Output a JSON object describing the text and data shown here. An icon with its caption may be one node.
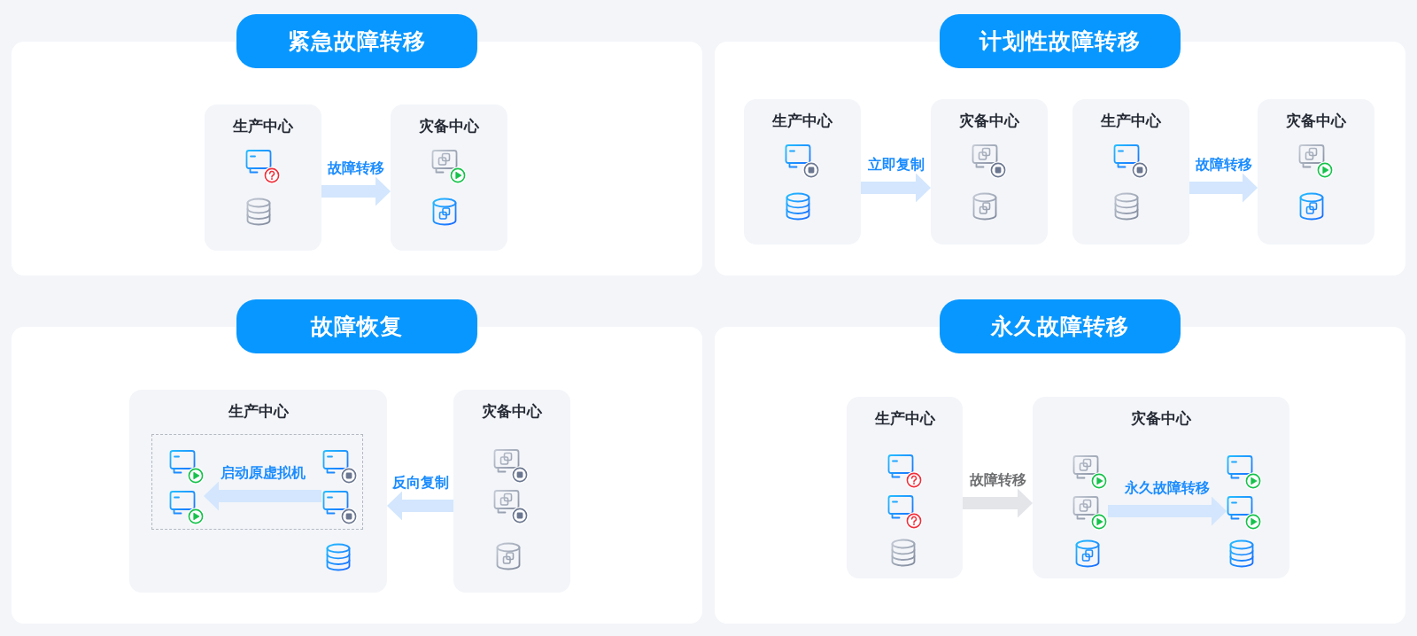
{
  "diagram": {
    "nodes": [
      {
        "text": [
          "紧急故障转移"
        ]
      },
      {
        "text": [
          "生产中心"
        ],
        "in": 0
      },
      {
        "text": [
          "灾备中心"
        ],
        "in": 0
      },
      {
        "text": [
          "计划性故障转移"
        ]
      },
      {
        "text": [
          "生产中心"
        ],
        "in": 3
      },
      {
        "text": [
          "灾备中心"
        ],
        "in": 3
      },
      {
        "text": [
          "生产中心"
        ],
        "in": 3
      },
      {
        "text": [
          "灾备中心"
        ],
        "in": 3
      },
      {
        "text": [
          "故障恢复"
        ]
      },
      {
        "text": [
          "生产中心"
        ],
        "in": 8
      },
      {
        "text": [],
        "shape": "box",
        "in": 9
      },
      {
        "text": [],
        "shape": "picture",
        "in": 10
      },
      {
        "text": [],
        "shape": "picture",
        "in": 10
      },
      {
        "text": [
          "灾备中心"
        ],
        "in": 8
      },
      {
        "text": [
          "永久故障转移"
        ]
      },
      {
        "text": [
          "生产中心"
        ],
        "in": 14
      },
      {
        "text": [
          "灾备中心"
        ],
        "in": 14
      },
      {
        "text": [],
        "shape": "picture",
        "in": 16
      },
      {
        "text": [],
        "shape": "picture",
        "in": 16
      }
    ],
    "edges": [
      {
        "from": 1,
        "to": 2,
        "arrow": "to",
        "label": "故障转移"
      },
      {
        "from": 4,
        "to": 5,
        "arrow": "to",
        "label": "立即复制"
      },
      {
        "from": 6,
        "to": 7,
        "arrow": "to",
        "label": "故障转移"
      },
      {
        "from": 12,
        "to": 11,
        "arrow": "to",
        "label": "启动原虚拟机"
      },
      {
        "from": 13,
        "to": 9,
        "arrow": "to",
        "label": "反向复制"
      },
      {
        "from": 15,
        "to": 16,
        "arrow": "to",
        "label": "故障转移",
        "color": "#e3e5e9"
      },
      {
        "from": 17,
        "to": 18,
        "arrow": "to",
        "label": "永久故障转移"
      }
    ]
  }
}
